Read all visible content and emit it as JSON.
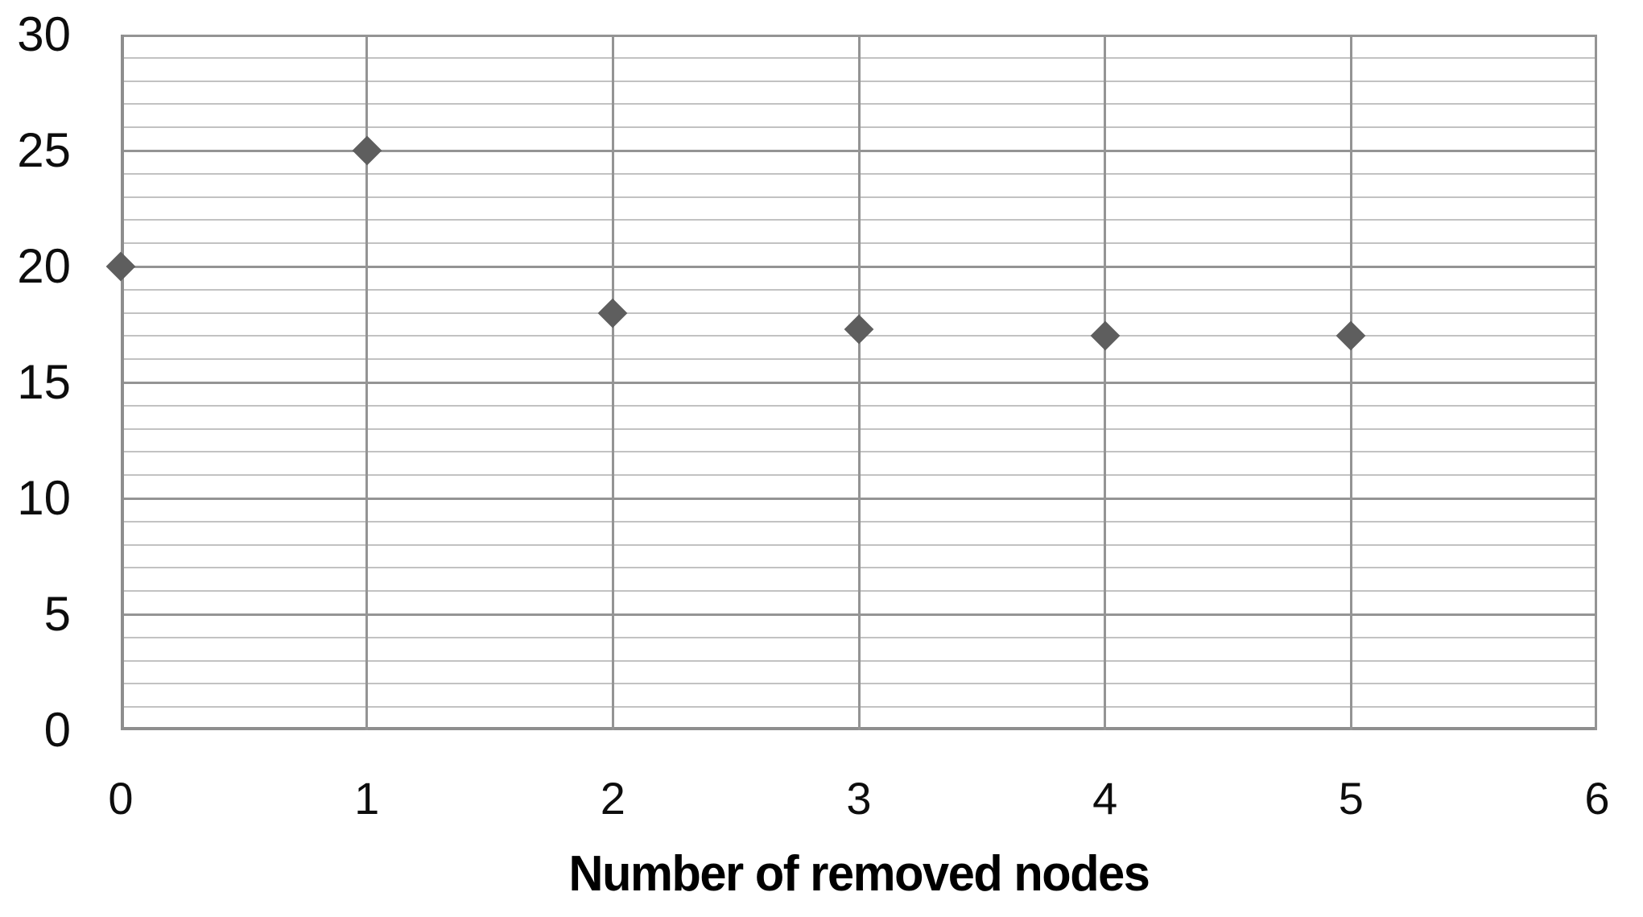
{
  "chart_data": {
    "type": "scatter",
    "title": "",
    "xlabel": "Number of removed nodes",
    "ylabel": "",
    "series": [
      {
        "name": "",
        "x": [
          0,
          1,
          2,
          3,
          4,
          5
        ],
        "y": [
          20,
          25,
          18,
          17.3,
          17,
          17
        ]
      }
    ],
    "xlim": [
      0,
      6
    ],
    "ylim": [
      0,
      30
    ],
    "x_ticks": [
      "0",
      "1",
      "2",
      "3",
      "4",
      "5",
      "6"
    ],
    "y_ticks": [
      "0",
      "5",
      "10",
      "15",
      "20",
      "25",
      "30"
    ],
    "y_major_step": 5,
    "y_minor_step": 1,
    "grid": "horizontal major+minor, vertical major",
    "legend_position": "none",
    "marker_shape": "diamond",
    "colors": {
      "marker": "#5E5E5E",
      "major_grid": "#949494",
      "minor_grid": "#C2C2C2",
      "axis_line": "#8E8E8E",
      "tick_label": "#0d0d0d",
      "axis_title": "#000000",
      "background": "#FFFFFF"
    }
  }
}
